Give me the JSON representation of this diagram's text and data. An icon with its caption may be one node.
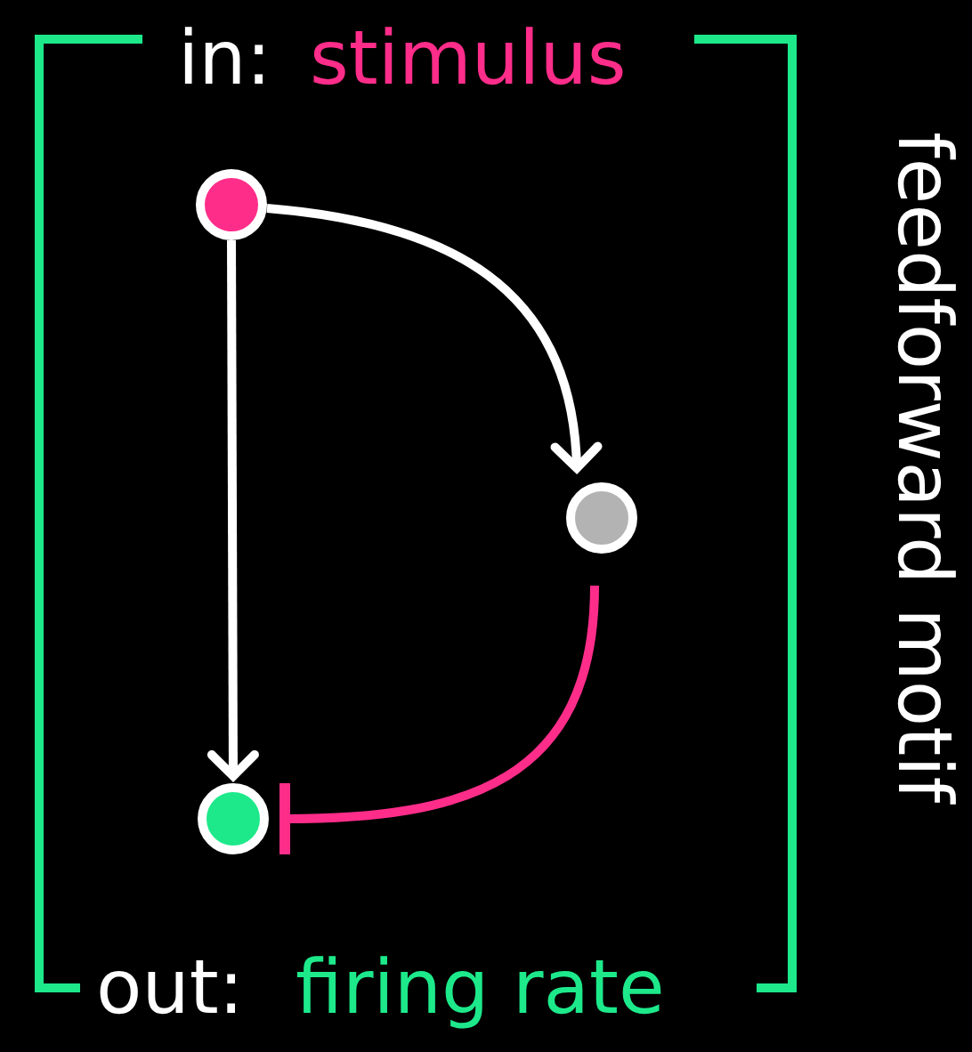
{
  "diagram": {
    "nodes": [
      {
        "text": [],
        "shape": "circle"
      },
      {
        "text": [],
        "shape": "circle"
      },
      {
        "text": [],
        "shape": "circle"
      }
    ],
    "edges": [
      {
        "from": 0,
        "to": 1,
        "arrow": "to"
      },
      {
        "from": 0,
        "to": 2,
        "arrow": "to"
      },
      {
        "from": 1,
        "to": 2,
        "arrow": "other",
        "color": "#ff2d8a"
      }
    ],
    "labels": [
      "in:",
      "stimulus",
      "feedforward motif",
      "out:",
      "firing rate"
    ]
  }
}
